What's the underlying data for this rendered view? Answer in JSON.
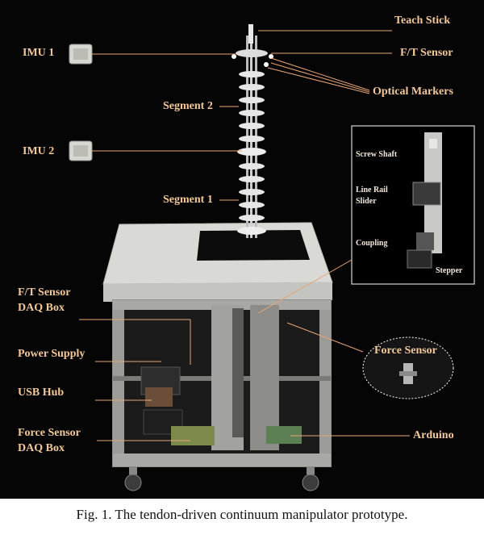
{
  "figure": {
    "labels": {
      "teach_stick": "Teach Stick",
      "ft_sensor": "F/T Sensor",
      "optical_markers": "Optical Markers",
      "imu1": "IMU 1",
      "imu2": "IMU 2",
      "segment2": "Segment 2",
      "segment1": "Segment 1",
      "ft_daq_line1": "F/T Sensor",
      "ft_daq_line2": "DAQ Box",
      "power_supply": "Power Supply",
      "usb_hub": "USB Hub",
      "force_daq_line1": "Force Sensor",
      "force_daq_line2": "DAQ Box",
      "force_sensor": "Force Sensor",
      "arduino": "Arduino"
    },
    "inset": {
      "screw_shaft": "Screw Shaft",
      "line_rail_1": "Line Rail",
      "line_rail_2": "Slider",
      "coupling": "Coupling",
      "stepper": "Stepper"
    },
    "caption": "Fig. 1. The tendon-driven continuum manipulator prototype."
  },
  "colors": {
    "label": "#f4c99a",
    "leader": "#e8a574",
    "background": "#050505"
  }
}
